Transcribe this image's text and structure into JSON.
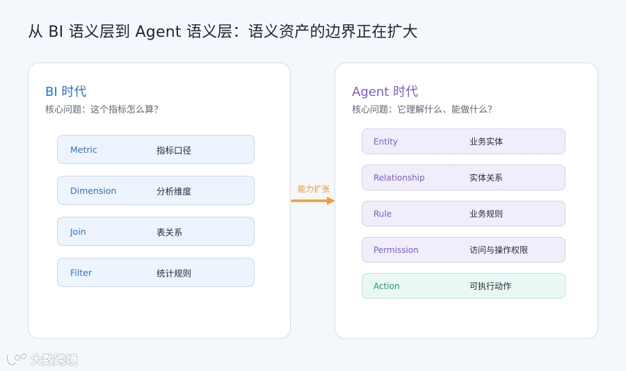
{
  "title": "从 BI 语义层到 Agent 语义层：语义资产的边界正在扩大",
  "bi": {
    "heading": "BI 时代",
    "subtitle": "核心问题：这个指标怎么算？",
    "items": [
      {
        "key": "Metric",
        "value": "指标口径"
      },
      {
        "key": "Dimension",
        "value": "分析维度"
      },
      {
        "key": "Join",
        "value": "表关系"
      },
      {
        "key": "Filter",
        "value": "统计规则"
      }
    ]
  },
  "agent": {
    "heading": "Agent 时代",
    "subtitle": "核心问题：它理解什么、能做什么？",
    "items": [
      {
        "key": "Entity",
        "value": "业务实体"
      },
      {
        "key": "Relationship",
        "value": "实体关系"
      },
      {
        "key": "Rule",
        "value": "业务规则"
      },
      {
        "key": "Permission",
        "value": "访问与操作权限"
      },
      {
        "key": "Action",
        "value": "可执行动作"
      }
    ]
  },
  "arrow_label": "能力扩张",
  "colors": {
    "bi_accent": "#2f6fdb",
    "agent_accent": "#7d59d8",
    "action_accent": "#1f9a72",
    "arrow": "#f39a3a"
  },
  "watermark": {
    "text": "大数跨境",
    "icon": "brand-logo-icon"
  }
}
